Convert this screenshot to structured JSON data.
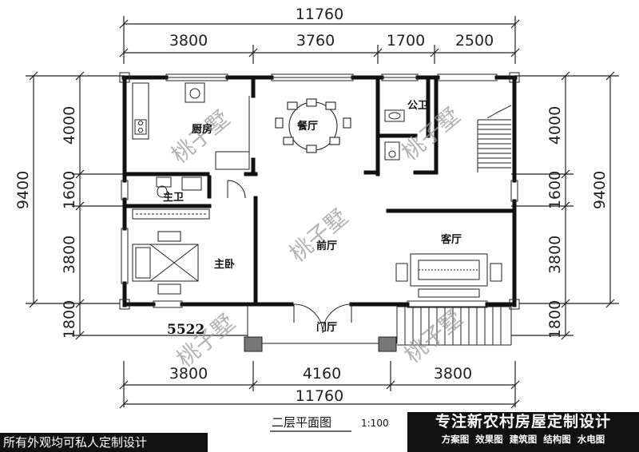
{
  "dimensions": {
    "overall_top": "11760",
    "overall_bottom": "11760",
    "top_segments": [
      "3800",
      "3760",
      "1700",
      "2500"
    ],
    "bottom_segments": [
      "3800",
      "4160",
      "3800"
    ],
    "left_total": "9400",
    "right_total": "9400",
    "left_segments": [
      "4000",
      "1600",
      "3800",
      "1800"
    ],
    "right_segments": [
      "4000",
      "1600",
      "3800",
      "1800"
    ]
  },
  "rooms": {
    "kitchen": "厨房",
    "dining": "餐厅",
    "public_bath": "公卫",
    "master_bath": "主卫",
    "master_bedroom": "主卧",
    "front_hall": "前厅",
    "living_room": "客厅",
    "entry_hall": "门厅"
  },
  "plan_number": "5522",
  "watermark": "桃子墅",
  "plan_title": "二层平面图",
  "scale": "1:100",
  "banner": {
    "headline": "专注新农村房屋定制设计",
    "services": "方案图 效果图 建筑图 结构图 水电图"
  },
  "slogan": "所有外观均可私人定制设计"
}
